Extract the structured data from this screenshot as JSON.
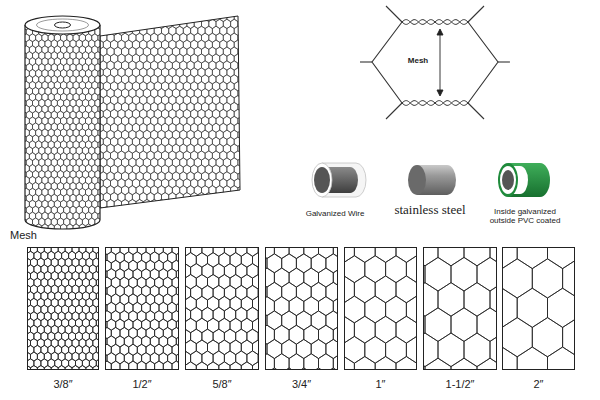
{
  "diagram": {
    "nodes": [
      {
        "text": [
          "3/8″"
        ]
      },
      {
        "text": [
          "1/2″"
        ]
      },
      {
        "text": [
          "5/8″"
        ]
      },
      {
        "text": [
          "3/4″"
        ]
      },
      {
        "text": [
          "1″"
        ]
      },
      {
        "text": [
          "1-1/2″"
        ]
      },
      {
        "text": [
          "2″"
        ]
      }
    ],
    "labels": [
      "Mesh",
      "Galvanized Wire",
      "stainless steel",
      "Inside galvanized outside PVC coated",
      "Mesh"
    ]
  }
}
